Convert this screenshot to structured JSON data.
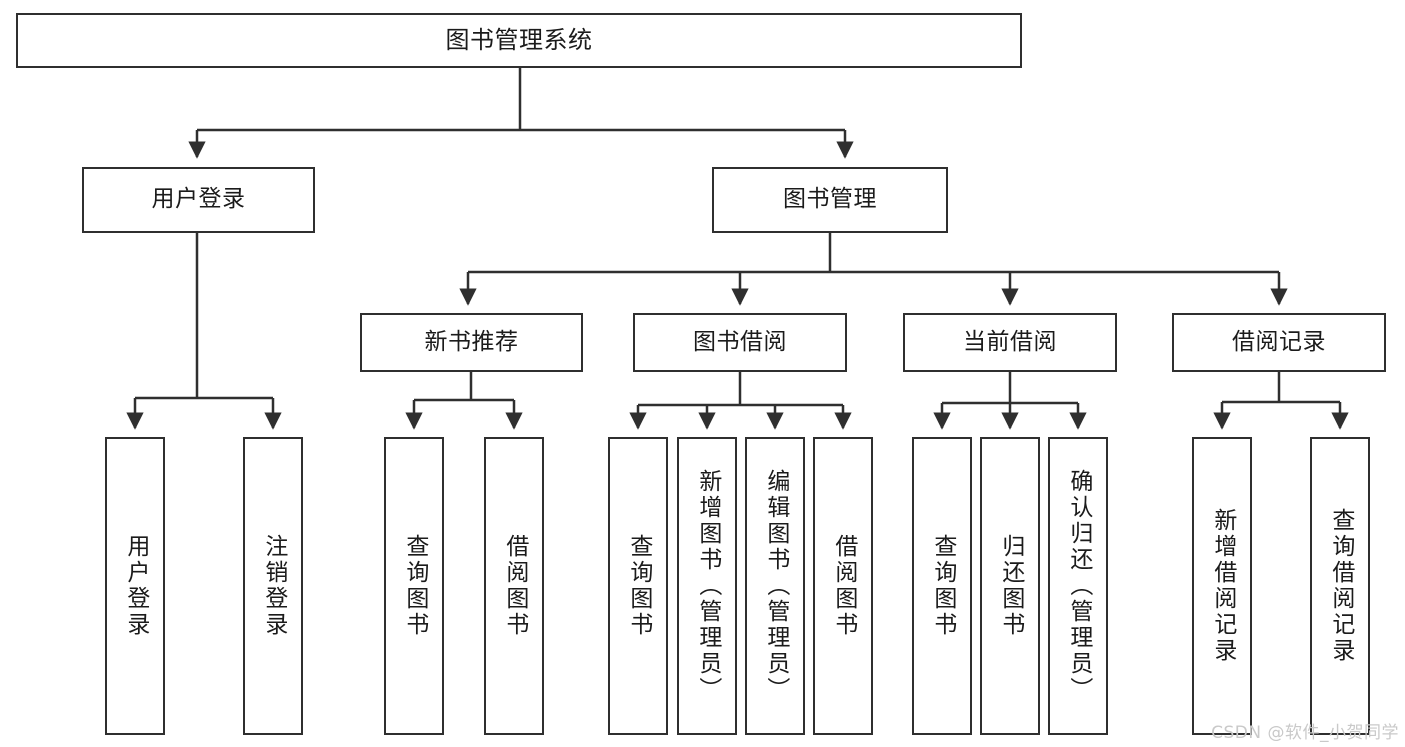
{
  "diagram": {
    "title": "图书管理系统",
    "watermark": "CSDN @软件_小贺同学",
    "colors": {
      "stroke": "#2f2f2f",
      "fill": "#ffffff",
      "text": "#1b1b1b",
      "watermark": "#c9c9c9"
    },
    "root": {
      "label": "图书管理系统"
    },
    "level2": [
      {
        "label": "用户登录"
      },
      {
        "label": "图书管理"
      }
    ],
    "level3": [
      {
        "label": "新书推荐"
      },
      {
        "label": "图书借阅"
      },
      {
        "label": "当前借阅"
      },
      {
        "label": "借阅记录"
      }
    ],
    "leaves": {
      "user_login": [
        {
          "label": "用户登录"
        },
        {
          "label": "注销登录"
        }
      ],
      "new_book": [
        {
          "label": "查询图书"
        },
        {
          "label": "借阅图书"
        }
      ],
      "book_borrow": [
        {
          "label": "查询图书"
        },
        {
          "label": "新增图书（管理员）"
        },
        {
          "label": "编辑图书（管理员）"
        },
        {
          "label": "借阅图书"
        }
      ],
      "current_borrow": [
        {
          "label": "查询图书"
        },
        {
          "label": "归还图书"
        },
        {
          "label": "确认归还（管理员）"
        }
      ],
      "borrow_record": [
        {
          "label": "新增借阅记录"
        },
        {
          "label": "查询借阅记录"
        }
      ]
    }
  }
}
